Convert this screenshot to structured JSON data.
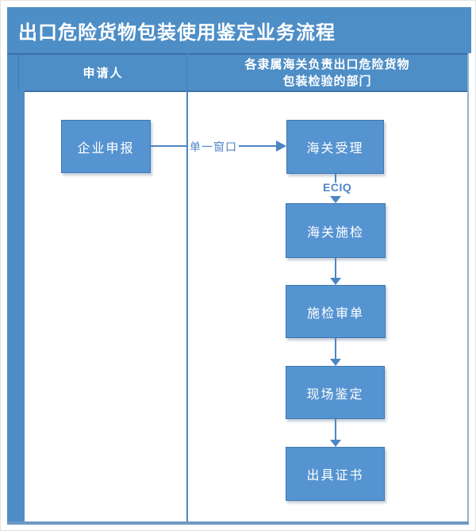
{
  "title": "出口危险货物包装使用鉴定业务流程",
  "lanes": {
    "applicant": "申请人",
    "customs": "各隶属海关负责出口危险货物\n包装检验的部门"
  },
  "nodes": {
    "declare": "企业申报",
    "accept": "海关受理",
    "inspect": "海关施检",
    "review": "施检审单",
    "onsite": "现场鉴定",
    "certificate": "出具证书"
  },
  "edge_labels": {
    "single_window": "单一窗口",
    "eciq": "ECIQ"
  },
  "colors": {
    "banner_blue": "#4e8ec7",
    "node_blue": "#5694d1",
    "connector_blue": "#4a86c4",
    "edge_label_blue": "#4e86c8",
    "dark_border_blue": "#3a6fa5"
  }
}
